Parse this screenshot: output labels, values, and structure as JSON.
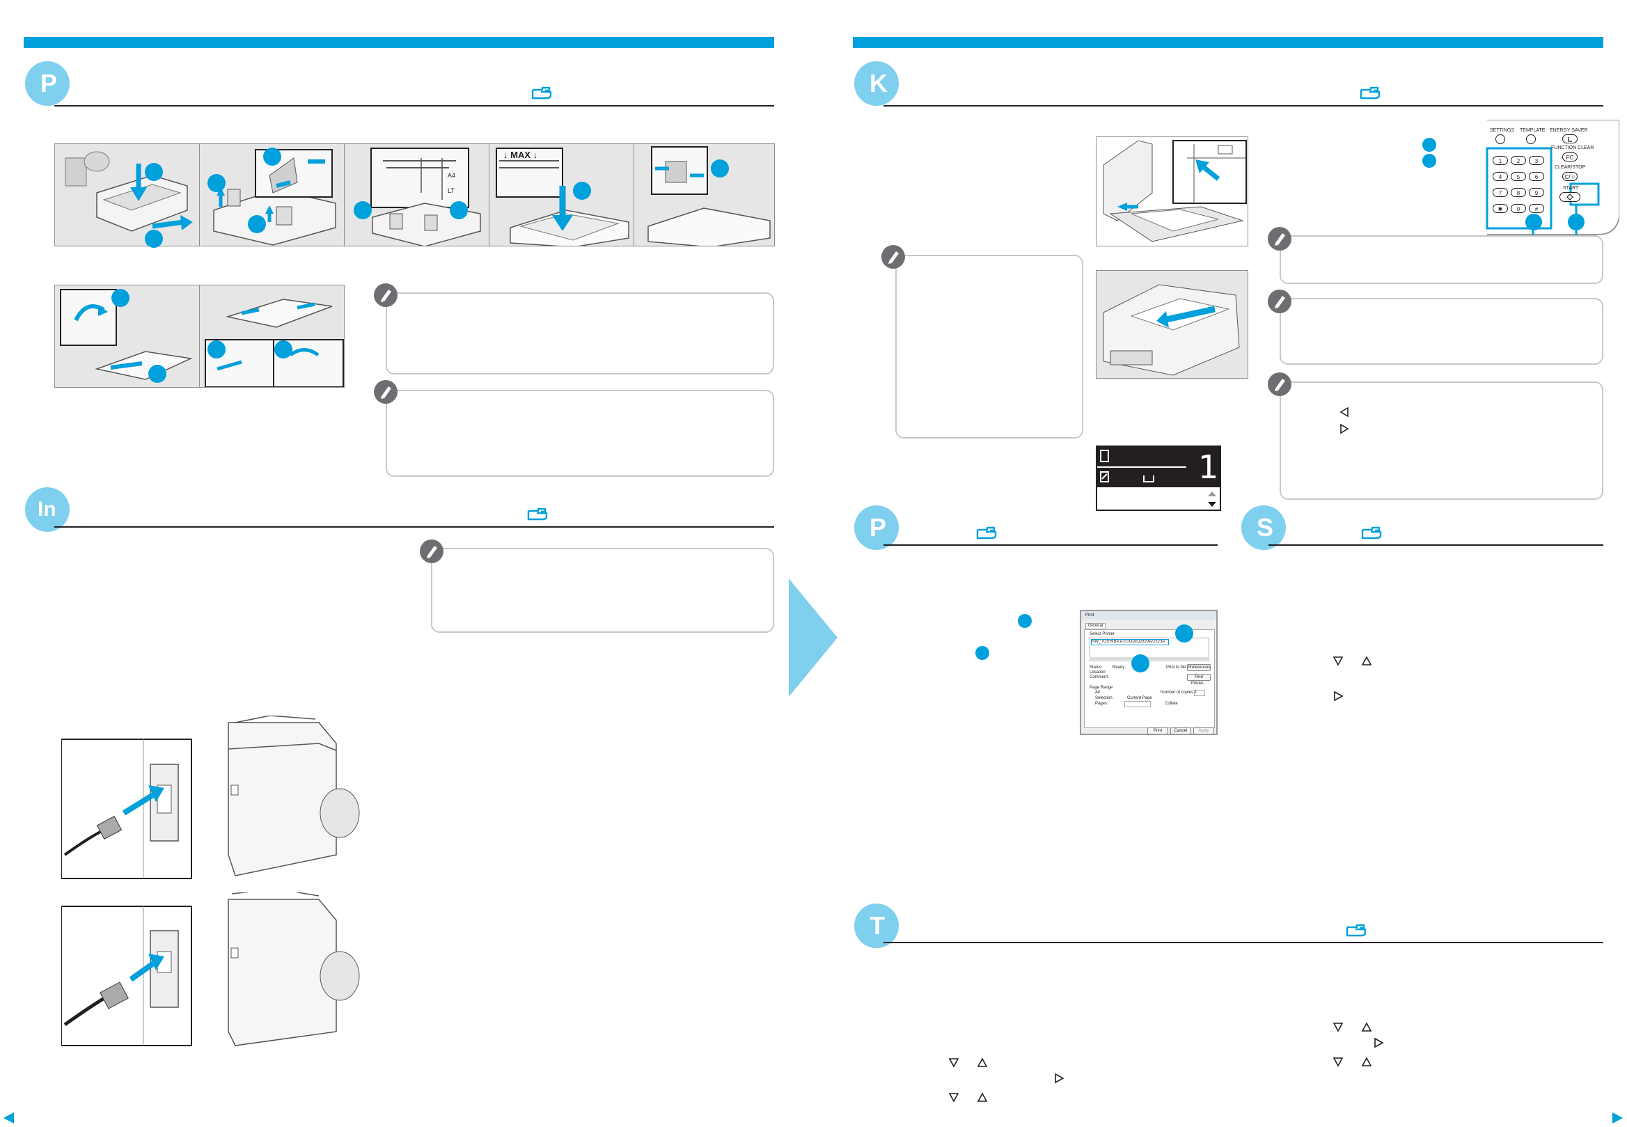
{
  "sections": {
    "left_top": {
      "letter": "P"
    },
    "left_mid": {
      "letter": "In"
    },
    "right_top": {
      "letter": "K"
    },
    "right_print": {
      "letter": "P"
    },
    "right_scan": {
      "letter": "S"
    },
    "right_bottom": {
      "letter": "T"
    }
  },
  "figures": {
    "tray_max_label": "↓ MAX ↓",
    "tray_sizes": [
      "A4",
      "LT"
    ]
  },
  "lcd": {
    "copy_count": "1"
  },
  "control_panel": {
    "settings": "SETTINGS",
    "template": "TEMPLATE",
    "energy_saver": "ENERGY SAVER",
    "function_clear": "FUNCTION CLEAR",
    "fc": "FC",
    "clear_stop": "CLEAR/STOP",
    "cs": "C/☉",
    "start": "START",
    "keys": [
      "1",
      "2",
      "3",
      "4",
      "5",
      "6",
      "7",
      "8",
      "9",
      "✱",
      "0",
      "#"
    ]
  },
  "print_dialog": {
    "title": "Print",
    "tab": "General",
    "select_printer": "Select Printer",
    "printer_name": "NW_TOSHIBA e-STUDIO2829A/2323A",
    "status_label": "Status:",
    "status_value": "Ready",
    "location_label": "Location:",
    "comment_label": "Comment:",
    "print_to_file": "Print to file",
    "preferences": "Preferences",
    "find_printer": "Find Printer...",
    "page_range": "Page Range",
    "all": "All",
    "selection": "Selection",
    "current_page": "Current Page",
    "pages": "Pages:",
    "number_of_copies": "Number of copies:",
    "copies_value": "1",
    "collate": "Collate",
    "print_btn": "Print",
    "cancel_btn": "Cancel",
    "apply_btn": "Apply"
  },
  "colors": {
    "accent": "#00a0dc",
    "accent_light": "#7fcfee",
    "text": "#231f20",
    "figure_bg": "#e6e6e6"
  }
}
